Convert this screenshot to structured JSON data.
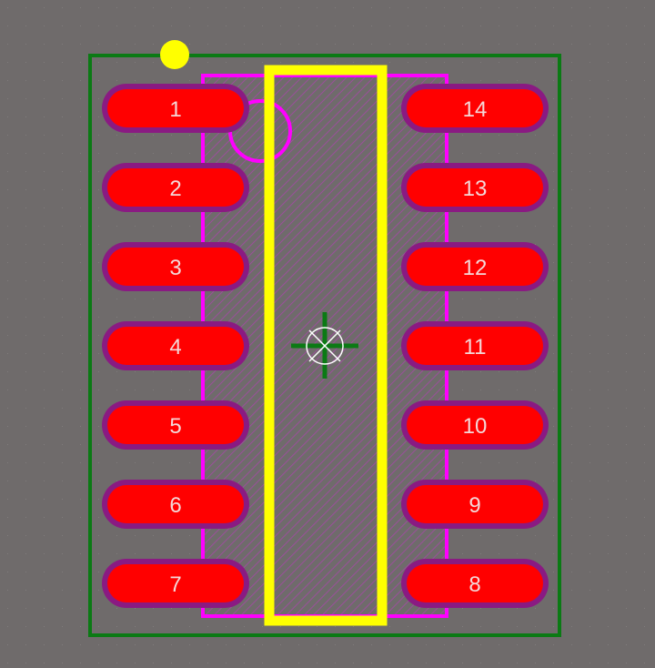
{
  "footprint": {
    "pins_left": [
      "1",
      "2",
      "3",
      "4",
      "5",
      "6",
      "7"
    ],
    "pins_right": [
      "14",
      "13",
      "12",
      "11",
      "10",
      "9",
      "8"
    ]
  },
  "colors": {
    "background": "#6f6b6b",
    "courtyard": "#0b7a14",
    "pad_fill": "#ff0000",
    "solder_mask": "#8a1a82",
    "fabrication": "#ff00ff",
    "silkscreen": "#ffff00",
    "origin_marker": "#0b7a14",
    "pin1_dot": "#ffff00"
  },
  "icons": {
    "pin1_marker": "pin1-dot-icon",
    "origin": "crosshair-origin-icon"
  }
}
